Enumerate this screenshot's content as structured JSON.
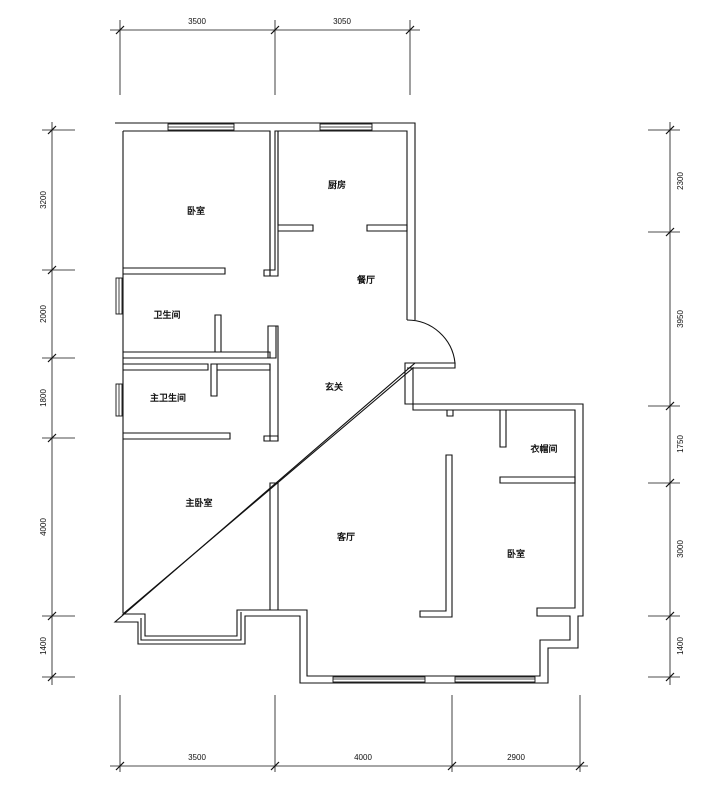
{
  "rooms": {
    "bedroom_nw": "卧室",
    "kitchen": "厨房",
    "dining": "餐厅",
    "bathroom": "卫生间",
    "foyer": "玄关",
    "master_bath": "主卫生间",
    "closet": "衣帽间",
    "master_bedroom": "主卧室",
    "living": "客厅",
    "bedroom_se": "卧室"
  },
  "dimensions": {
    "top": [
      "3500",
      "3050"
    ],
    "bottom": [
      "3500",
      "4000",
      "2900"
    ],
    "left": [
      "3200",
      "2000",
      "1800",
      "4000",
      "1400"
    ],
    "right": [
      "2300",
      "3950",
      "1750",
      "3000",
      "1400"
    ]
  }
}
